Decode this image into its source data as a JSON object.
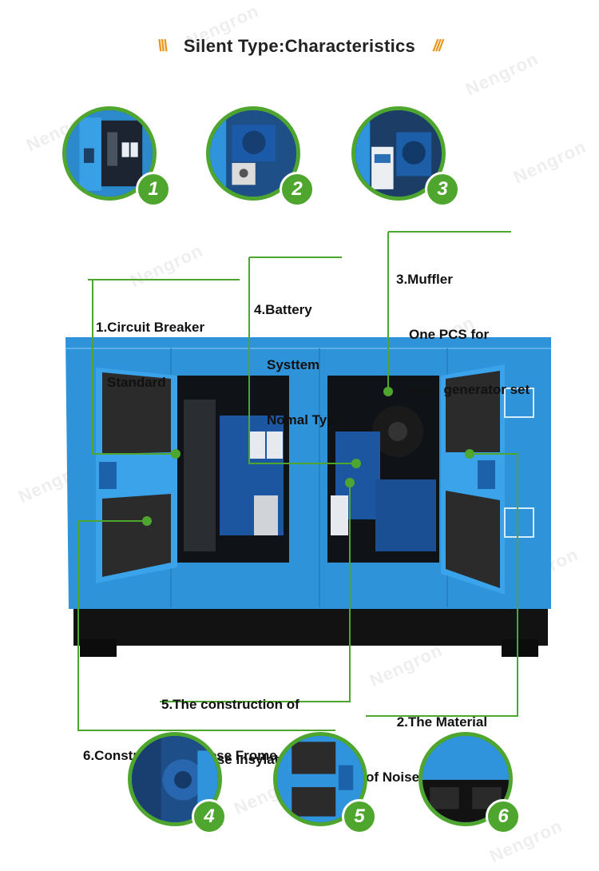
{
  "header": {
    "title": "Silent Type:Characteristics",
    "left_mark": "\\\\\\",
    "right_mark": "///"
  },
  "watermark": "Nengron",
  "thumbnails_top": [
    {
      "number": "1"
    },
    {
      "number": "2"
    },
    {
      "number": "3"
    }
  ],
  "thumbnails_bottom": [
    {
      "number": "4"
    },
    {
      "number": "5"
    },
    {
      "number": "6"
    }
  ],
  "callouts": {
    "circuit_breaker": {
      "line1": "1.Circuit Breaker",
      "line2": "Standard"
    },
    "battery": {
      "line1": "4.Battery",
      "line2": "Systtem",
      "line3": "Nomal Type"
    },
    "muffler": {
      "line1": "3.Muffler",
      "line2": "One PCS for",
      "line3": "each generator set"
    },
    "noise_construction": {
      "line1": "5.The construction of",
      "line2": "Nolse Insylation"
    },
    "noise_material": {
      "line1": "2.The Material",
      "line2": "of Noise insulation"
    },
    "base_frame": {
      "line1": "6.Construction of Base Frome"
    }
  },
  "colors": {
    "accent_green": "#4ea62f",
    "canopy_blue": "#2e93d8",
    "title_orange": "#e8981f"
  }
}
